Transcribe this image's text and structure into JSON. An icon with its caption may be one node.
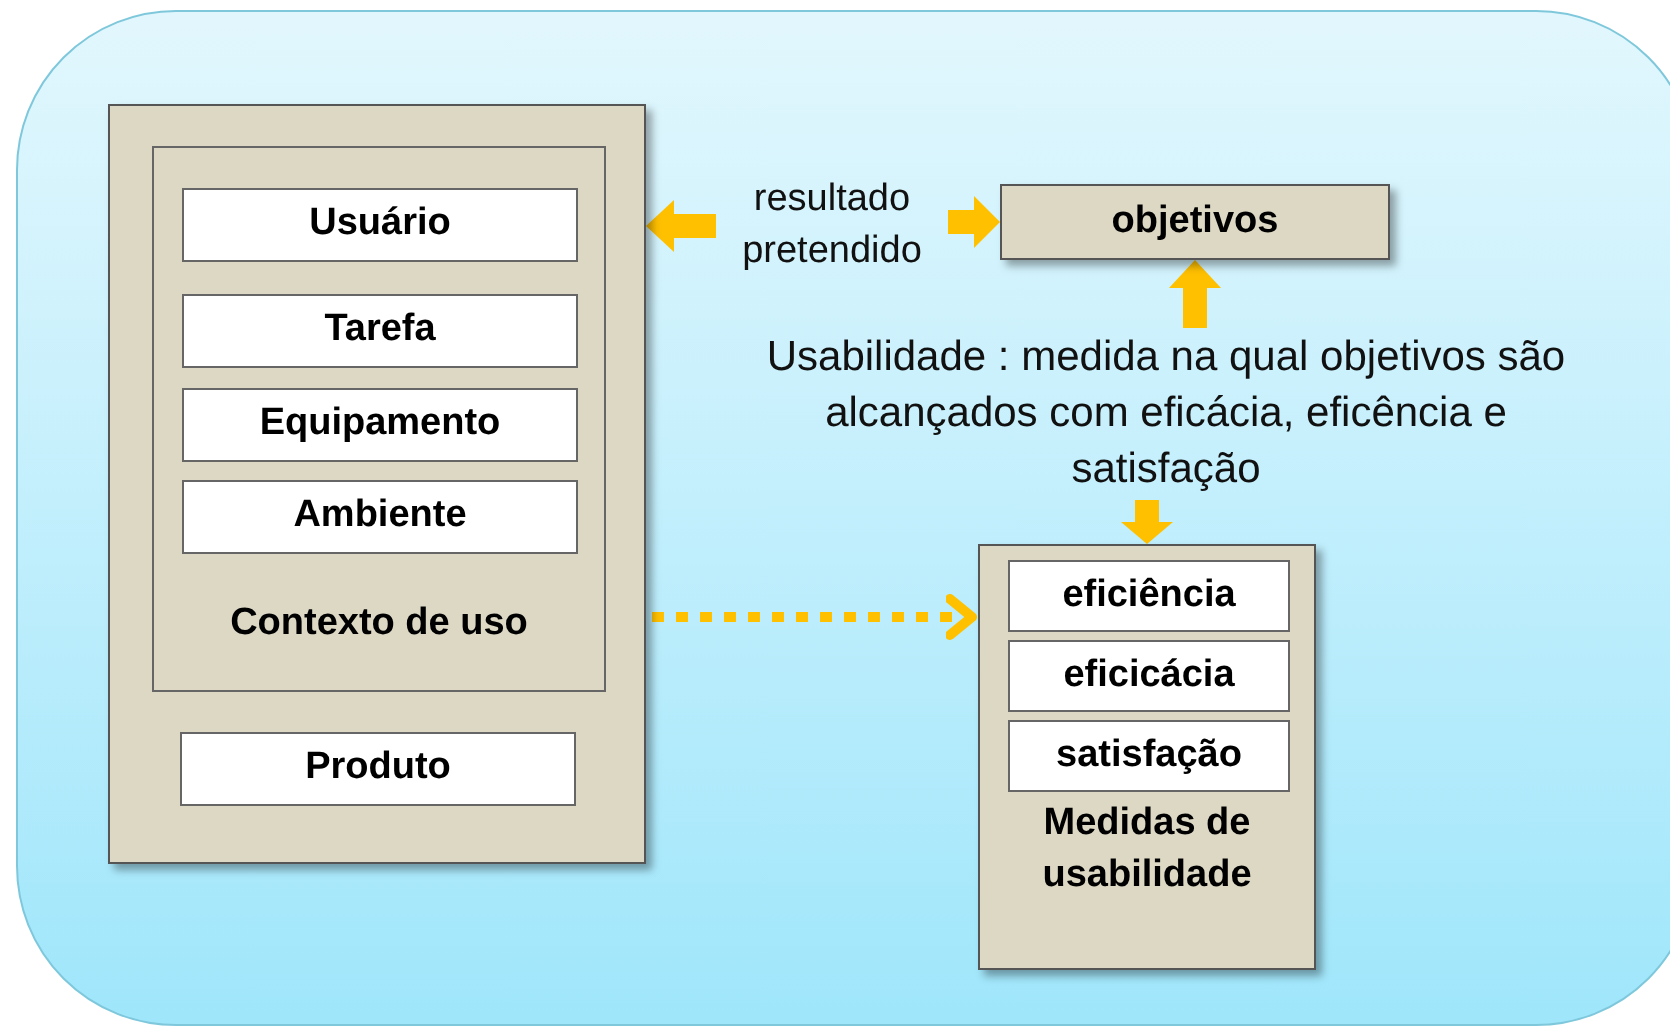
{
  "diagram": {
    "nodes": [
      {
        "text": [],
        "shape": "box"
      },
      {
        "text": [
          "Contexto de uso"
        ],
        "in": 0
      },
      {
        "text": [
          "Usuário"
        ],
        "in": 1
      },
      {
        "text": [
          "Tarefa"
        ],
        "in": 1
      },
      {
        "text": [
          "Equipamento"
        ],
        "in": 1
      },
      {
        "text": [
          "Ambiente"
        ],
        "in": 1
      },
      {
        "text": [
          "Produto"
        ],
        "in": 0
      },
      {
        "text": [
          "resultado pretendido"
        ]
      },
      {
        "text": [
          "objetivos"
        ]
      },
      {
        "text": [
          "Usabilidade : medida na qual objetivos são alcançados com eficácia, eficência e satisfação"
        ]
      },
      {
        "text": [
          "Medidas de usabilidade"
        ]
      },
      {
        "text": [
          "eficiência"
        ],
        "in": 10
      },
      {
        "text": [
          "eficicácia"
        ],
        "in": 10
      },
      {
        "text": [
          "satisfação"
        ],
        "in": 10
      }
    ],
    "edges": [
      {
        "from": 7,
        "to": 0,
        "arrow": "to"
      },
      {
        "from": 7,
        "to": 8,
        "arrow": "to"
      },
      {
        "from": 9,
        "to": 8,
        "arrow": "to"
      },
      {
        "from": 9,
        "to": 10,
        "arrow": "to"
      },
      {
        "from": 1,
        "to": 10,
        "arrow": "to",
        "style": "dashed"
      }
    ]
  }
}
